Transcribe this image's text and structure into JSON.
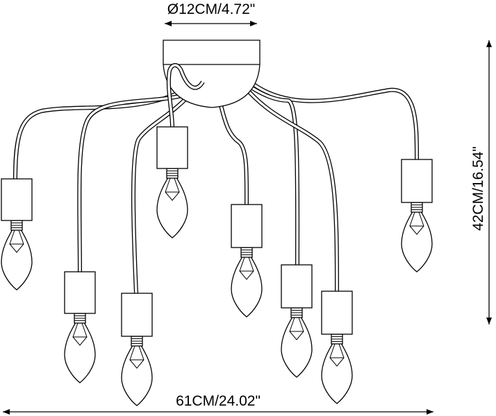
{
  "dimensions": {
    "top_diameter": "Ø12CM/4.72\"",
    "height": "42CM/16.54\"",
    "width": "61CM/24.02\""
  }
}
